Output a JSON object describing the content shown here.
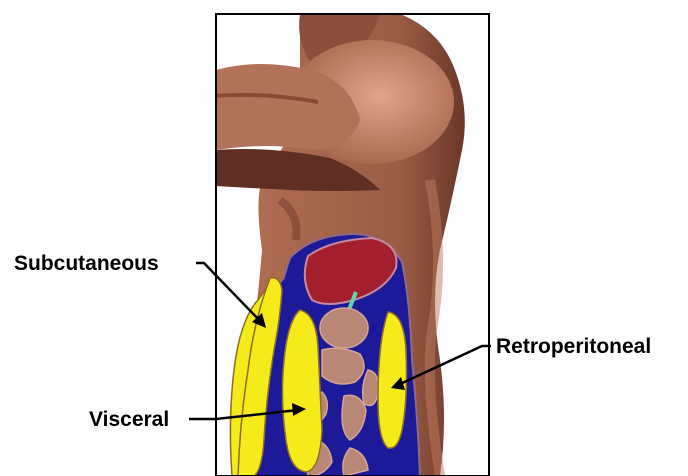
{
  "labels": {
    "subcutaneous": "Subcutaneous",
    "visceral": "Visceral",
    "retroperitoneal": "Retroperitoneal"
  },
  "colors": {
    "background": "#fdfdfd",
    "skin": "#a5654a",
    "skin_highlight": "#d59a86",
    "skin_shadow": "#5e2f22",
    "fat": "#f5ea1a",
    "cavity": "#1d1a9a",
    "liver": "#a31f2e",
    "organs": "#b98776",
    "bile_duct": "#5fd5a8",
    "frame": "#000000"
  }
}
